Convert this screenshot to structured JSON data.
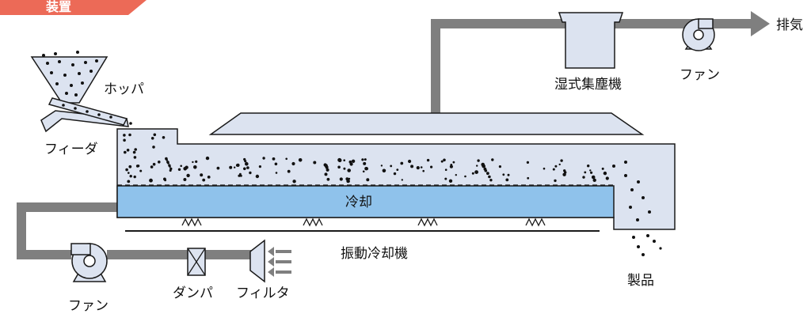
{
  "header": {
    "tag_text": "装置",
    "tag_color": "#ec6a57"
  },
  "colors": {
    "equipment_fill": "#dce3f0",
    "equipment_stroke": "#1a1a1a",
    "duct": "#7f7f7f",
    "cooling_fill": "#8fc2eb"
  },
  "labels": {
    "hopper": "ホッパ",
    "feeder": "フィーダ",
    "cooler_section": "冷却",
    "machine": "振動冷却機",
    "product": "製品",
    "scrubber": "湿式集塵機",
    "fan_top": "ファン",
    "fan_bottom": "ファン",
    "damper": "ダンパ",
    "filter": "フィルタ",
    "exhaust": "排気"
  }
}
